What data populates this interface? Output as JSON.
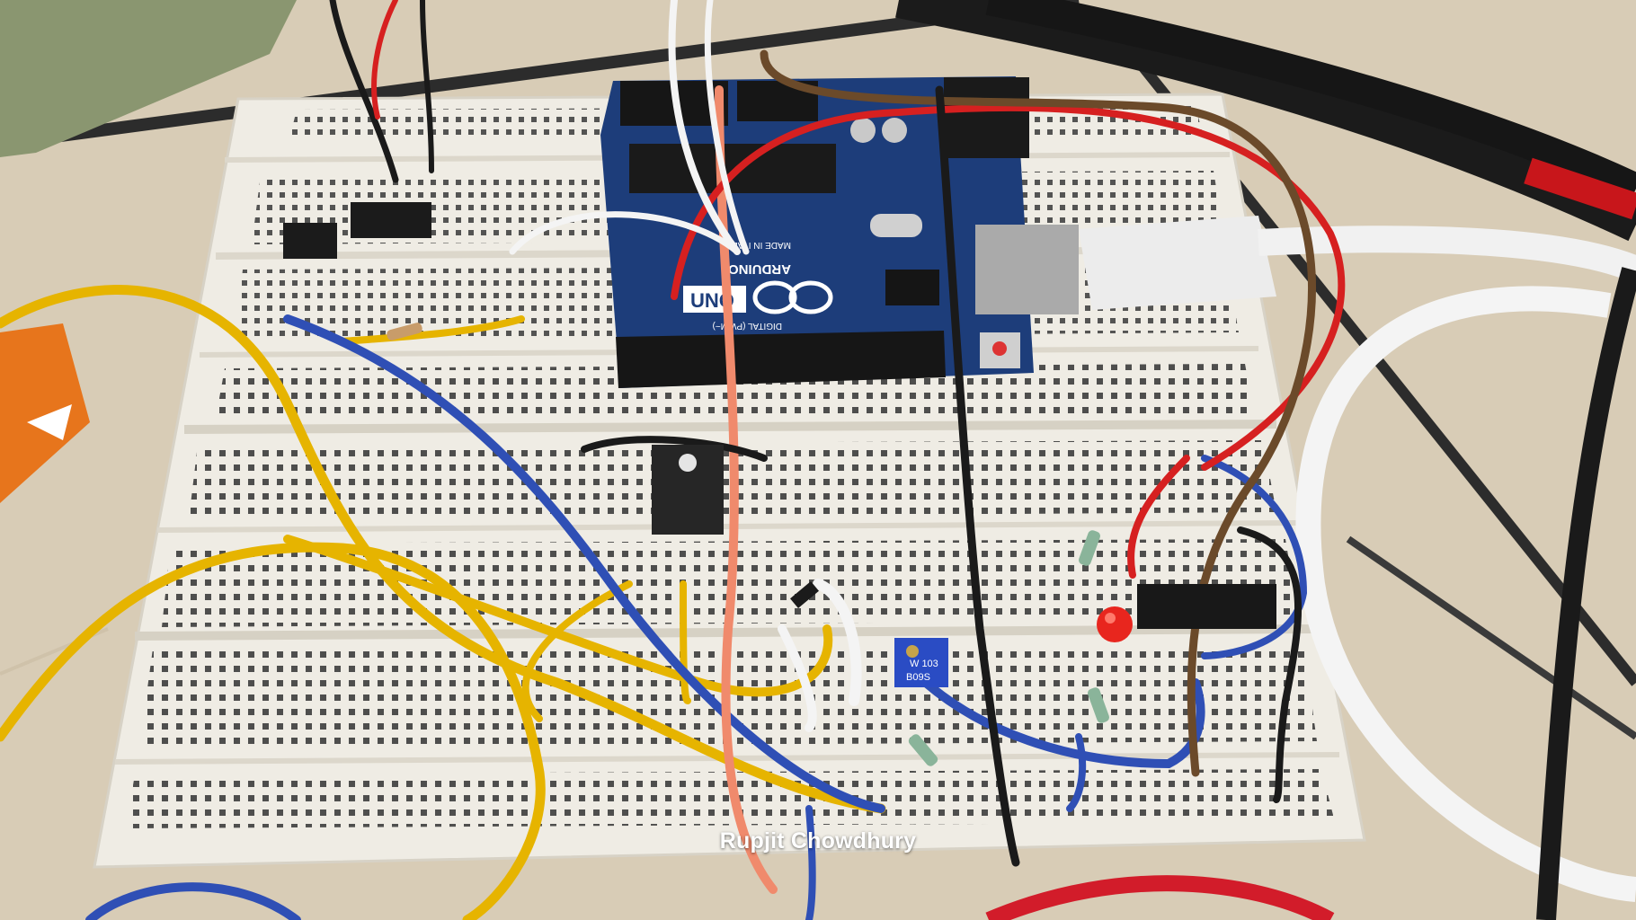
{
  "image": {
    "watermark": "Rupjit Chowdhury",
    "board_logo_text": "ARDUINO",
    "board_model_text": "UNO",
    "board_made_in_text": "MADE IN ITALY",
    "board_digital_text": "DIGITAL (PWM~)",
    "pot_label_line1": "W 103",
    "pot_label_line2": "B09S"
  },
  "colors": {
    "floor": "#d9cdb8",
    "breadboard": "#f2f0ea",
    "arduino_board": "#1d3d7a",
    "wire_yellow": "#e6b400",
    "wire_blue": "#2f4fb5",
    "wire_orange": "#f08a6c",
    "wire_red": "#d62020",
    "wire_black": "#1a1a1a",
    "wire_white": "#f4f4f4",
    "wire_brown": "#6b4a2a",
    "led_red": "#e8261e",
    "pot_blue": "#2a4cc4"
  }
}
